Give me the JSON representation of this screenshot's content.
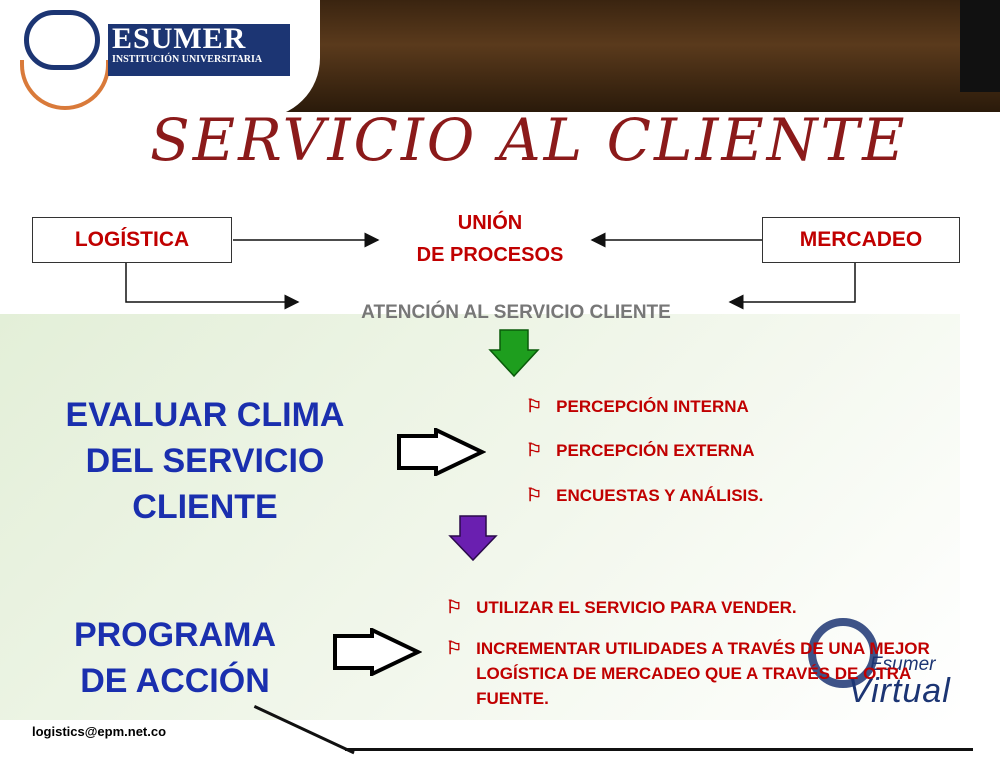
{
  "logo": {
    "name": "ESUMER",
    "subtitle": "INSTITUCIÓN UNIVERSITARIA"
  },
  "title": "SERVICIO AL CLIENTE",
  "flow": {
    "left_box": "LOGÍSTICA",
    "right_box": "MERCADEO",
    "center_line1": "UNIÓN",
    "center_line2": "DE PROCESOS",
    "bottom_label": "ATENCIÓN AL SERVICIO CLIENTE"
  },
  "section1": {
    "heading_line1": "EVALUAR CLIMA",
    "heading_line2": "DEL SERVICIO",
    "heading_line3": "CLIENTE",
    "bullets": [
      "PERCEPCIÓN INTERNA",
      "PERCEPCIÓN EXTERNA",
      "ENCUESTAS Y ANÁLISIS."
    ]
  },
  "section2": {
    "heading_line1": "PROGRAMA",
    "heading_line2": "DE ACCIÓN",
    "bullets": [
      "UTILIZAR EL SERVICIO PARA VENDER.",
      "INCREMENTAR UTILIDADES A TRAVÉS DE UNA MEJOR LOGÍSTICA DE MERCADEO QUE A TRAVÉS DE OTRA FUENTE."
    ]
  },
  "watermark": {
    "line1": "Esumer",
    "line2": "Virtual"
  },
  "footer": {
    "email": "logistics@epm.net.co"
  },
  "colors": {
    "accent_red": "#c00000",
    "title_red": "#8b1a1a",
    "brand_blue": "#1c3573",
    "arrow_green": "#1e9e1e",
    "arrow_purple": "#6a1fb0"
  }
}
